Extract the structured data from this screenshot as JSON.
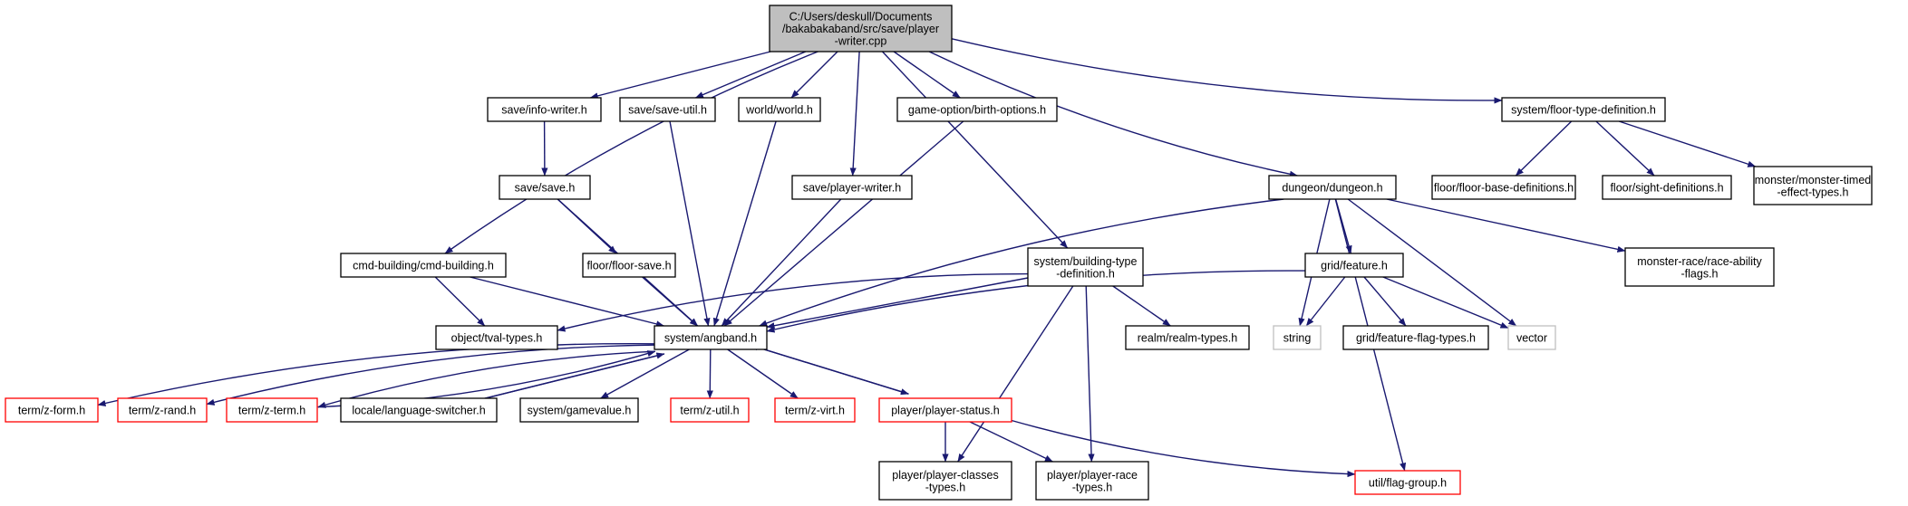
{
  "colors": {
    "edge": "#191970",
    "node_border": "#000000",
    "truncated_border": "#ff0000",
    "external_border": "#bfbfbf",
    "root_fill": "#bfbfbf"
  },
  "nodes": {
    "root": {
      "lines": [
        "C:/Users/deskull/Documents",
        "/bakabakaband/src/save/player",
        "-writer.cpp"
      ],
      "kind": "root"
    },
    "info_writer": {
      "lines": [
        "save/info-writer.h"
      ]
    },
    "save_util": {
      "lines": [
        "save/save-util.h"
      ]
    },
    "world": {
      "lines": [
        "world/world.h"
      ]
    },
    "birth_options": {
      "lines": [
        "game-option/birth-options.h"
      ]
    },
    "floor_type_def": {
      "lines": [
        "system/floor-type-definition.h"
      ]
    },
    "save": {
      "lines": [
        "save/save.h"
      ]
    },
    "player_writer_h": {
      "lines": [
        "save/player-writer.h"
      ]
    },
    "dungeon": {
      "lines": [
        "dungeon/dungeon.h"
      ]
    },
    "floor_base_defs": {
      "lines": [
        "floor/floor-base-definitions.h"
      ]
    },
    "sight_defs": {
      "lines": [
        "floor/sight-definitions.h"
      ]
    },
    "monster_timed": {
      "lines": [
        "monster/monster-timed",
        "-effect-types.h"
      ]
    },
    "cmd_building": {
      "lines": [
        "cmd-building/cmd-building.h"
      ]
    },
    "floor_save": {
      "lines": [
        "floor/floor-save.h"
      ]
    },
    "building_type_def": {
      "lines": [
        "system/building-type",
        "-definition.h"
      ]
    },
    "grid_feature": {
      "lines": [
        "grid/feature.h"
      ]
    },
    "race_ability": {
      "lines": [
        "monster-race/race-ability",
        "-flags.h"
      ]
    },
    "tval_types": {
      "lines": [
        "object/tval-types.h"
      ]
    },
    "angband": {
      "lines": [
        "system/angband.h"
      ]
    },
    "realm_types": {
      "lines": [
        "realm/realm-types.h"
      ]
    },
    "string": {
      "lines": [
        "string"
      ],
      "kind": "ext"
    },
    "feature_flag_types": {
      "lines": [
        "grid/feature-flag-types.h"
      ]
    },
    "vector": {
      "lines": [
        "vector"
      ],
      "kind": "ext"
    },
    "z_form": {
      "lines": [
        "term/z-form.h"
      ],
      "kind": "trunc"
    },
    "z_rand": {
      "lines": [
        "term/z-rand.h"
      ],
      "kind": "trunc"
    },
    "z_term": {
      "lines": [
        "term/z-term.h"
      ],
      "kind": "trunc"
    },
    "language_switcher": {
      "lines": [
        "locale/language-switcher.h"
      ]
    },
    "gamevalue": {
      "lines": [
        "system/gamevalue.h"
      ]
    },
    "z_util": {
      "lines": [
        "term/z-util.h"
      ],
      "kind": "trunc"
    },
    "z_virt": {
      "lines": [
        "term/z-virt.h"
      ],
      "kind": "trunc"
    },
    "player_status": {
      "lines": [
        "player/player-status.h"
      ],
      "kind": "trunc"
    },
    "flag_group": {
      "lines": [
        "util/flag-group.h"
      ],
      "kind": "trunc"
    },
    "player_classes": {
      "lines": [
        "player/player-classes",
        "-types.h"
      ]
    },
    "player_race": {
      "lines": [
        "player/player-race",
        "-types.h"
      ]
    }
  },
  "edges": [
    [
      "root",
      "info_writer"
    ],
    [
      "root",
      "save_util"
    ],
    [
      "root",
      "world"
    ],
    [
      "root",
      "birth_options"
    ],
    [
      "root",
      "floor_type_def"
    ],
    [
      "root",
      "player_writer_h"
    ],
    [
      "root",
      "dungeon"
    ],
    [
      "root",
      "cmd_building"
    ],
    [
      "root",
      "building_type_def"
    ],
    [
      "info_writer",
      "save"
    ],
    [
      "save",
      "floor_save"
    ],
    [
      "save",
      "angband"
    ],
    [
      "floor_save",
      "angband"
    ],
    [
      "save_util",
      "angband"
    ],
    [
      "world",
      "angband"
    ],
    [
      "birth_options",
      "angband"
    ],
    [
      "player_writer_h",
      "angband"
    ],
    [
      "floor_type_def",
      "floor_base_defs"
    ],
    [
      "floor_type_def",
      "sight_defs"
    ],
    [
      "floor_type_def",
      "monster_timed"
    ],
    [
      "dungeon",
      "angband"
    ],
    [
      "dungeon",
      "grid_feature"
    ],
    [
      "dungeon",
      "race_ability"
    ],
    [
      "dungeon",
      "string"
    ],
    [
      "dungeon",
      "vector"
    ],
    [
      "dungeon",
      "flag_group"
    ],
    [
      "cmd_building",
      "tval_types"
    ],
    [
      "cmd_building",
      "angband"
    ],
    [
      "building_type_def",
      "tval_types"
    ],
    [
      "building_type_def",
      "angband"
    ],
    [
      "building_type_def",
      "realm_types"
    ],
    [
      "building_type_def",
      "player_classes"
    ],
    [
      "building_type_def",
      "player_race"
    ],
    [
      "grid_feature",
      "angband"
    ],
    [
      "grid_feature",
      "string"
    ],
    [
      "grid_feature",
      "feature_flag_types"
    ],
    [
      "grid_feature",
      "vector"
    ],
    [
      "angband",
      "z_form"
    ],
    [
      "angband",
      "z_rand"
    ],
    [
      "angband",
      "z_term"
    ],
    [
      "angband",
      "language_switcher"
    ],
    [
      "angband",
      "gamevalue"
    ],
    [
      "angband",
      "z_util"
    ],
    [
      "angband",
      "z_virt"
    ],
    [
      "angband",
      "player_status"
    ],
    [
      "z_term",
      "angband"
    ],
    [
      "language_switcher",
      "angband"
    ],
    [
      "player_status",
      "angband"
    ],
    [
      "player_status",
      "player_classes"
    ],
    [
      "player_status",
      "player_race"
    ],
    [
      "player_status",
      "flag_group"
    ]
  ]
}
